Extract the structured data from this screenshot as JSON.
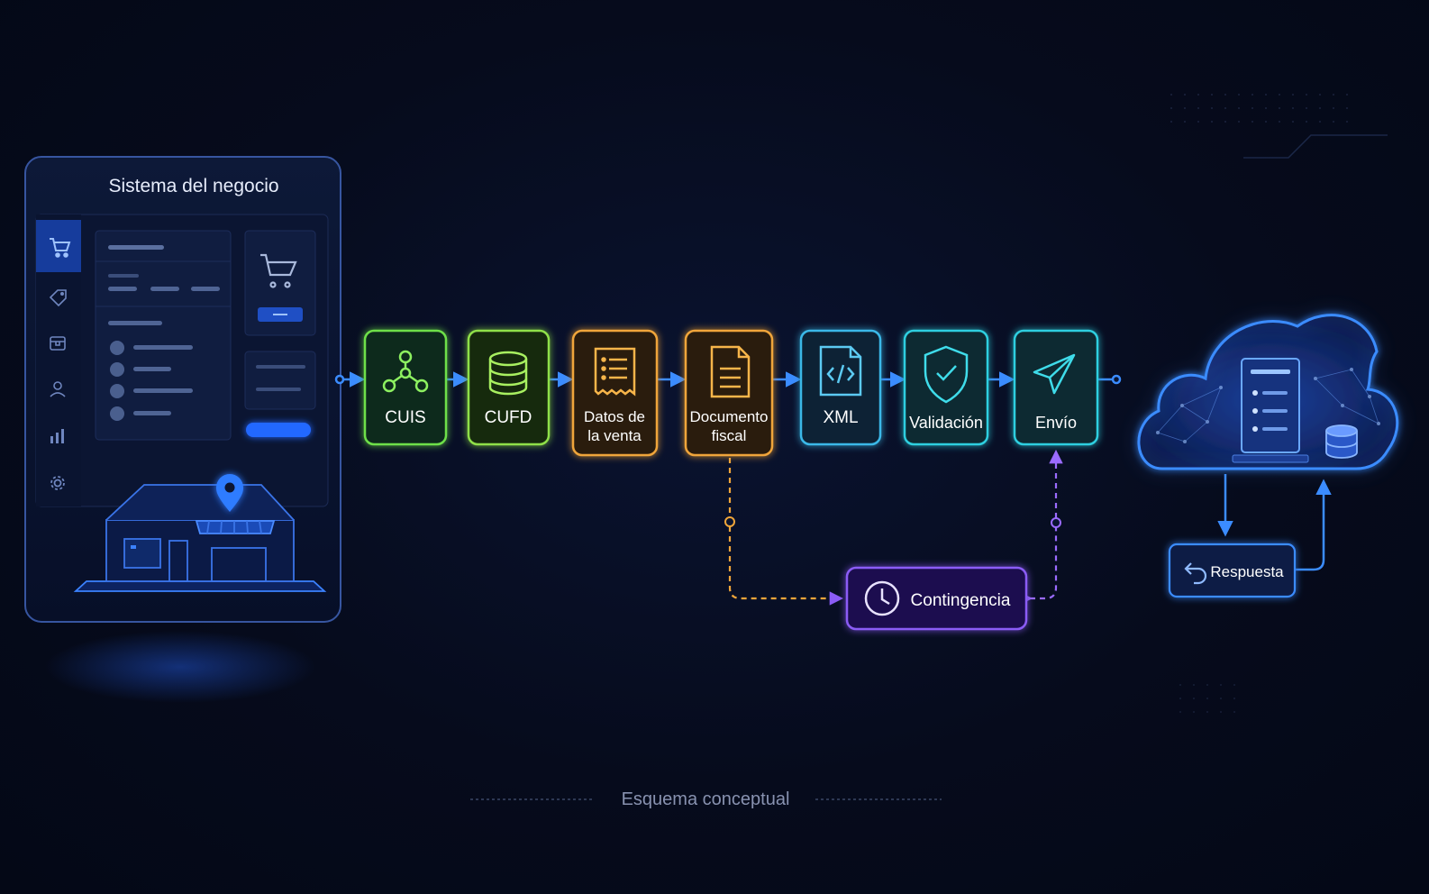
{
  "business_system": {
    "title": "Sistema del negocio",
    "sidebar_icons": [
      "cart-icon",
      "tag-icon",
      "box-icon",
      "user-icon",
      "chart-icon",
      "gear-icon"
    ]
  },
  "pipeline": {
    "steps": [
      {
        "label": "CUIS",
        "icon": "network-icon",
        "color": "#6ee04a"
      },
      {
        "label": "CUFD",
        "icon": "database-icon",
        "color": "#8fe04a"
      },
      {
        "label_line1": "Datos de",
        "label_line2": "la venta",
        "icon": "receipt-icon",
        "color": "#f0a53a"
      },
      {
        "label_line1": "Documento",
        "label_line2": "fiscal",
        "icon": "document-icon",
        "color": "#f0a53a"
      },
      {
        "label": "XML",
        "icon": "xml-code-icon",
        "color": "#3bb8e8"
      },
      {
        "label": "Validación",
        "icon": "shield-check-icon",
        "color": "#2fcfe0"
      },
      {
        "label": "Envío",
        "icon": "send-icon",
        "color": "#2fcfe0"
      }
    ]
  },
  "contingency": {
    "label": "Contingencia",
    "icon": "clock-icon",
    "color": "#8b5cf6"
  },
  "response": {
    "label": "Respuesta",
    "icon": "return-arrow-icon"
  },
  "cloud": {
    "icon": "cloud-server-icon"
  },
  "caption": "Esquema conceptual",
  "colors": {
    "background": "#050a1a",
    "accent_blue": "#2f7bff",
    "green": "#6ee04a",
    "orange": "#f0a53a",
    "cyan": "#2fcfe0",
    "purple": "#8b5cf6"
  }
}
